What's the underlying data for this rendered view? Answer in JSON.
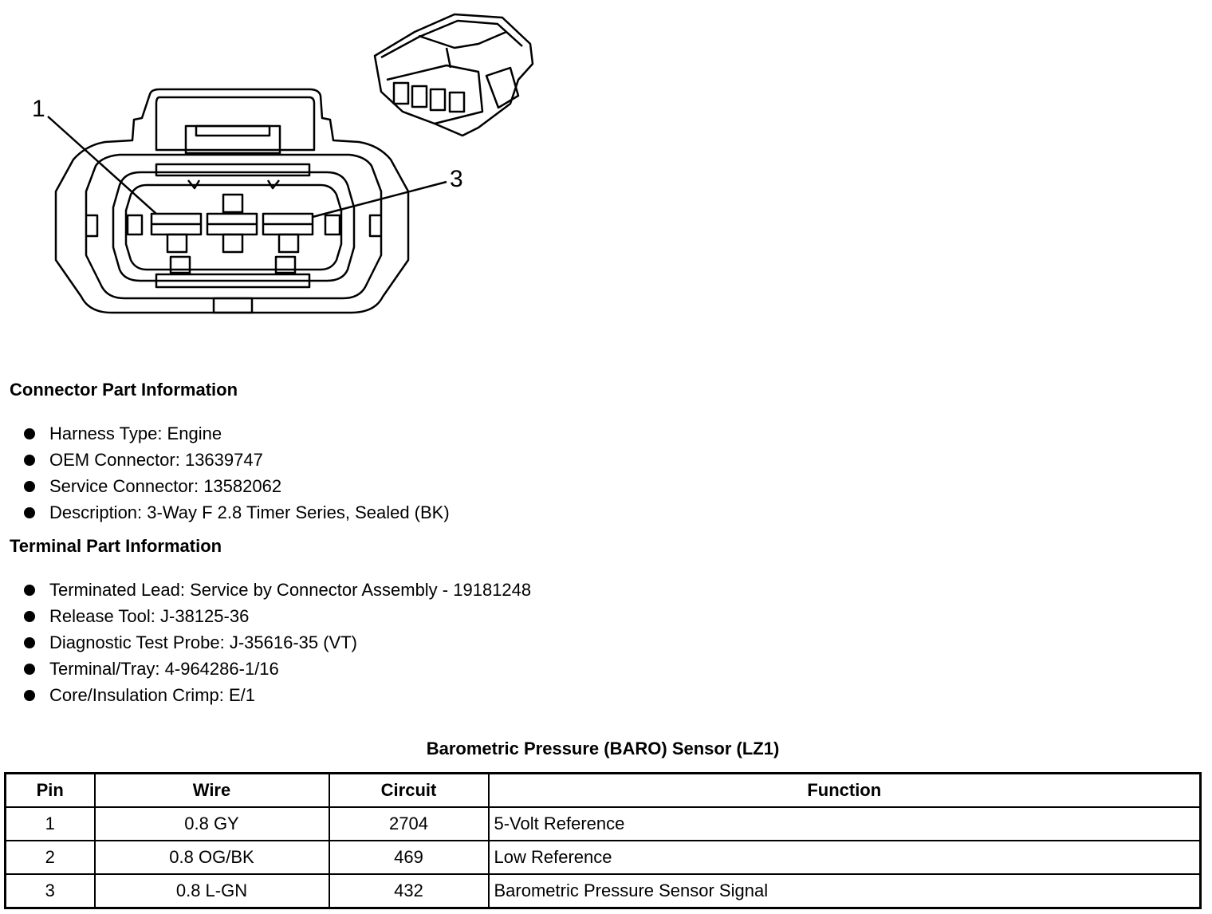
{
  "diagram": {
    "callouts": [
      "1",
      "3"
    ]
  },
  "connector_info": {
    "heading": "Connector Part Information",
    "items": [
      "Harness Type: Engine",
      "OEM Connector: 13639747",
      "Service Connector: 13582062",
      "Description: 3-Way F 2.8 Timer Series, Sealed (BK)"
    ]
  },
  "terminal_info": {
    "heading": "Terminal Part Information",
    "items": [
      "Terminated Lead: Service by Connector Assembly - 19181248",
      "Release Tool: J-38125-36",
      "Diagnostic Test Probe: J-35616-35 (VT)",
      "Terminal/Tray: 4-964286-1/16",
      "Core/Insulation Crimp: E/1"
    ]
  },
  "pin_table": {
    "title": "Barometric Pressure (BARO) Sensor (LZ1)",
    "headers": [
      "Pin",
      "Wire",
      "Circuit",
      "Function"
    ],
    "rows": [
      [
        "1",
        "0.8 GY",
        "2704",
        "5-Volt Reference"
      ],
      [
        "2",
        "0.8 OG/BK",
        "469",
        "Low Reference"
      ],
      [
        "3",
        "0.8 L-GN",
        "432",
        "Barometric Pressure Sensor Signal"
      ]
    ]
  }
}
